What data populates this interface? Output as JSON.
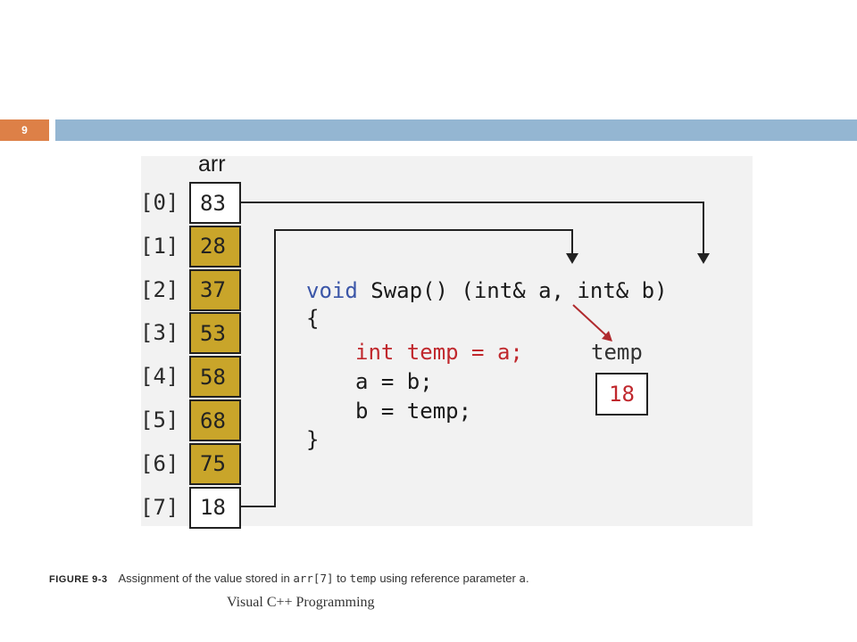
{
  "slide": {
    "number": "9"
  },
  "figure": {
    "array_name": "arr",
    "cells": [
      {
        "index": "[0]",
        "value": "83",
        "highlighted": false
      },
      {
        "index": "[1]",
        "value": "28",
        "highlighted": true
      },
      {
        "index": "[2]",
        "value": "37",
        "highlighted": true
      },
      {
        "index": "[3]",
        "value": "53",
        "highlighted": true
      },
      {
        "index": "[4]",
        "value": "58",
        "highlighted": true
      },
      {
        "index": "[5]",
        "value": "68",
        "highlighted": true
      },
      {
        "index": "[6]",
        "value": "75",
        "highlighted": true
      },
      {
        "index": "[7]",
        "value": "18",
        "highlighted": false
      }
    ],
    "code": {
      "sig_void": "void",
      "sig_rest": " Swap() (int& a, int& b)",
      "open_brace": "{",
      "line1": "int temp = a;",
      "line2": "a = b;",
      "line3": "b = temp;",
      "close_brace": "}"
    },
    "temp_label": "temp",
    "temp_value": "18",
    "colors": {
      "highlight": "#c9a52a",
      "keyword": "#3b56a8",
      "accent_red": "#c0282d"
    }
  },
  "caption": {
    "fig_label": "FIGURE 9-3",
    "text_1": "Assignment of the value stored in ",
    "code_1": "arr[7]",
    "text_2": " to ",
    "code_2": "temp",
    "text_3": " using reference parameter ",
    "code_3": "a",
    "text_4": "."
  },
  "footer": {
    "text": "Visual C++ Programming"
  }
}
